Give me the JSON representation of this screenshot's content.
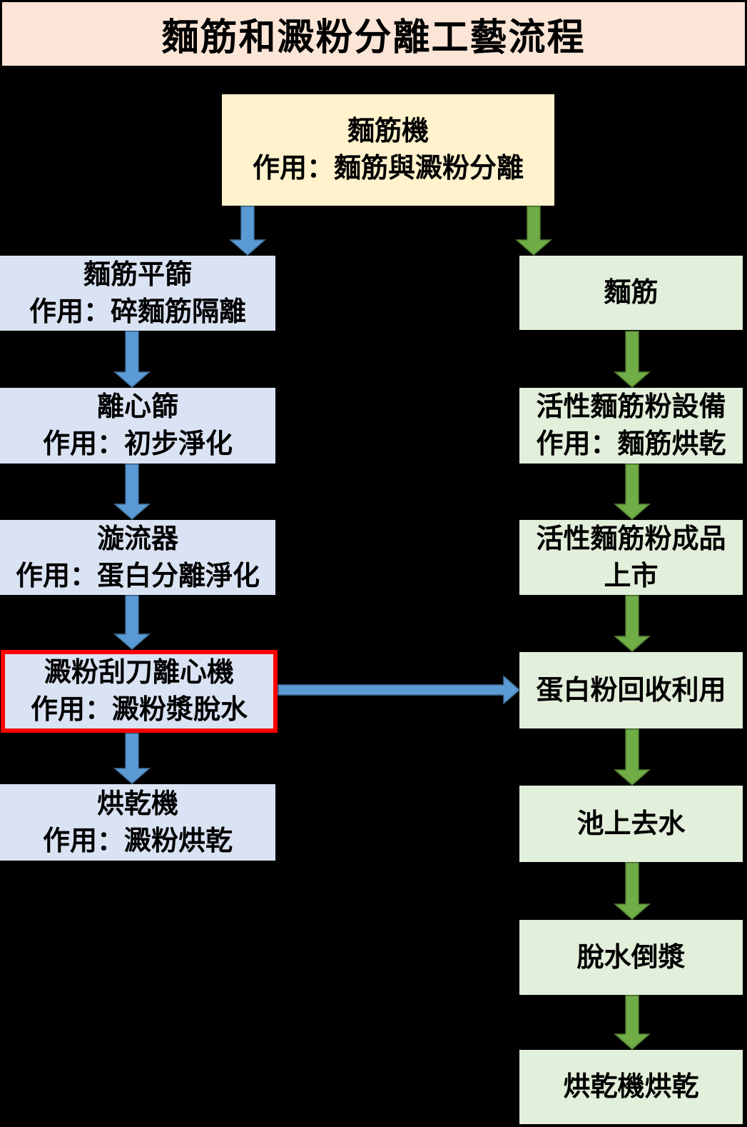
{
  "title": "麵筋和澱粉分離工藝流程",
  "source_box": {
    "line1": "麵筋機",
    "line2": "作用：麵筋與澱粉分離"
  },
  "left_column": {
    "boxes": [
      {
        "line1": "麵筋平篩",
        "line2": "作用：碎麵筋隔離"
      },
      {
        "line1": "離心篩",
        "line2": "作用：初步淨化"
      },
      {
        "line1": "漩流器",
        "line2": "作用：蛋白分離淨化"
      },
      {
        "line1": "澱粉刮刀離心機",
        "line2": "作用：澱粉漿脫水",
        "highlighted": true
      },
      {
        "line1": "烘乾機",
        "line2": "作用：澱粉烘乾"
      }
    ]
  },
  "right_column": {
    "boxes": [
      {
        "line1": "麵筋"
      },
      {
        "line1": "活性麵筋粉設備",
        "line2": "作用：麵筋烘乾"
      },
      {
        "line1": "活性麵筋粉成品",
        "line2": "上市"
      },
      {
        "line1": "蛋白粉回收利用"
      },
      {
        "line1": "池上去水"
      },
      {
        "line1": "脫水倒漿"
      },
      {
        "line1": "烘乾機烘乾"
      }
    ]
  },
  "colors": {
    "background": "#000000",
    "title_bg": "#FBE5D6",
    "source_box_bg": "#FFF2CC",
    "left_box_bg": "#DAE3F3",
    "right_box_bg": "#E2EFDA",
    "blue_arrow": "#5B9BD5",
    "blue_arrow_border": "#41719C",
    "green_arrow": "#70AD47",
    "green_arrow_border": "#507E32",
    "highlight_border": "#FF0000"
  }
}
